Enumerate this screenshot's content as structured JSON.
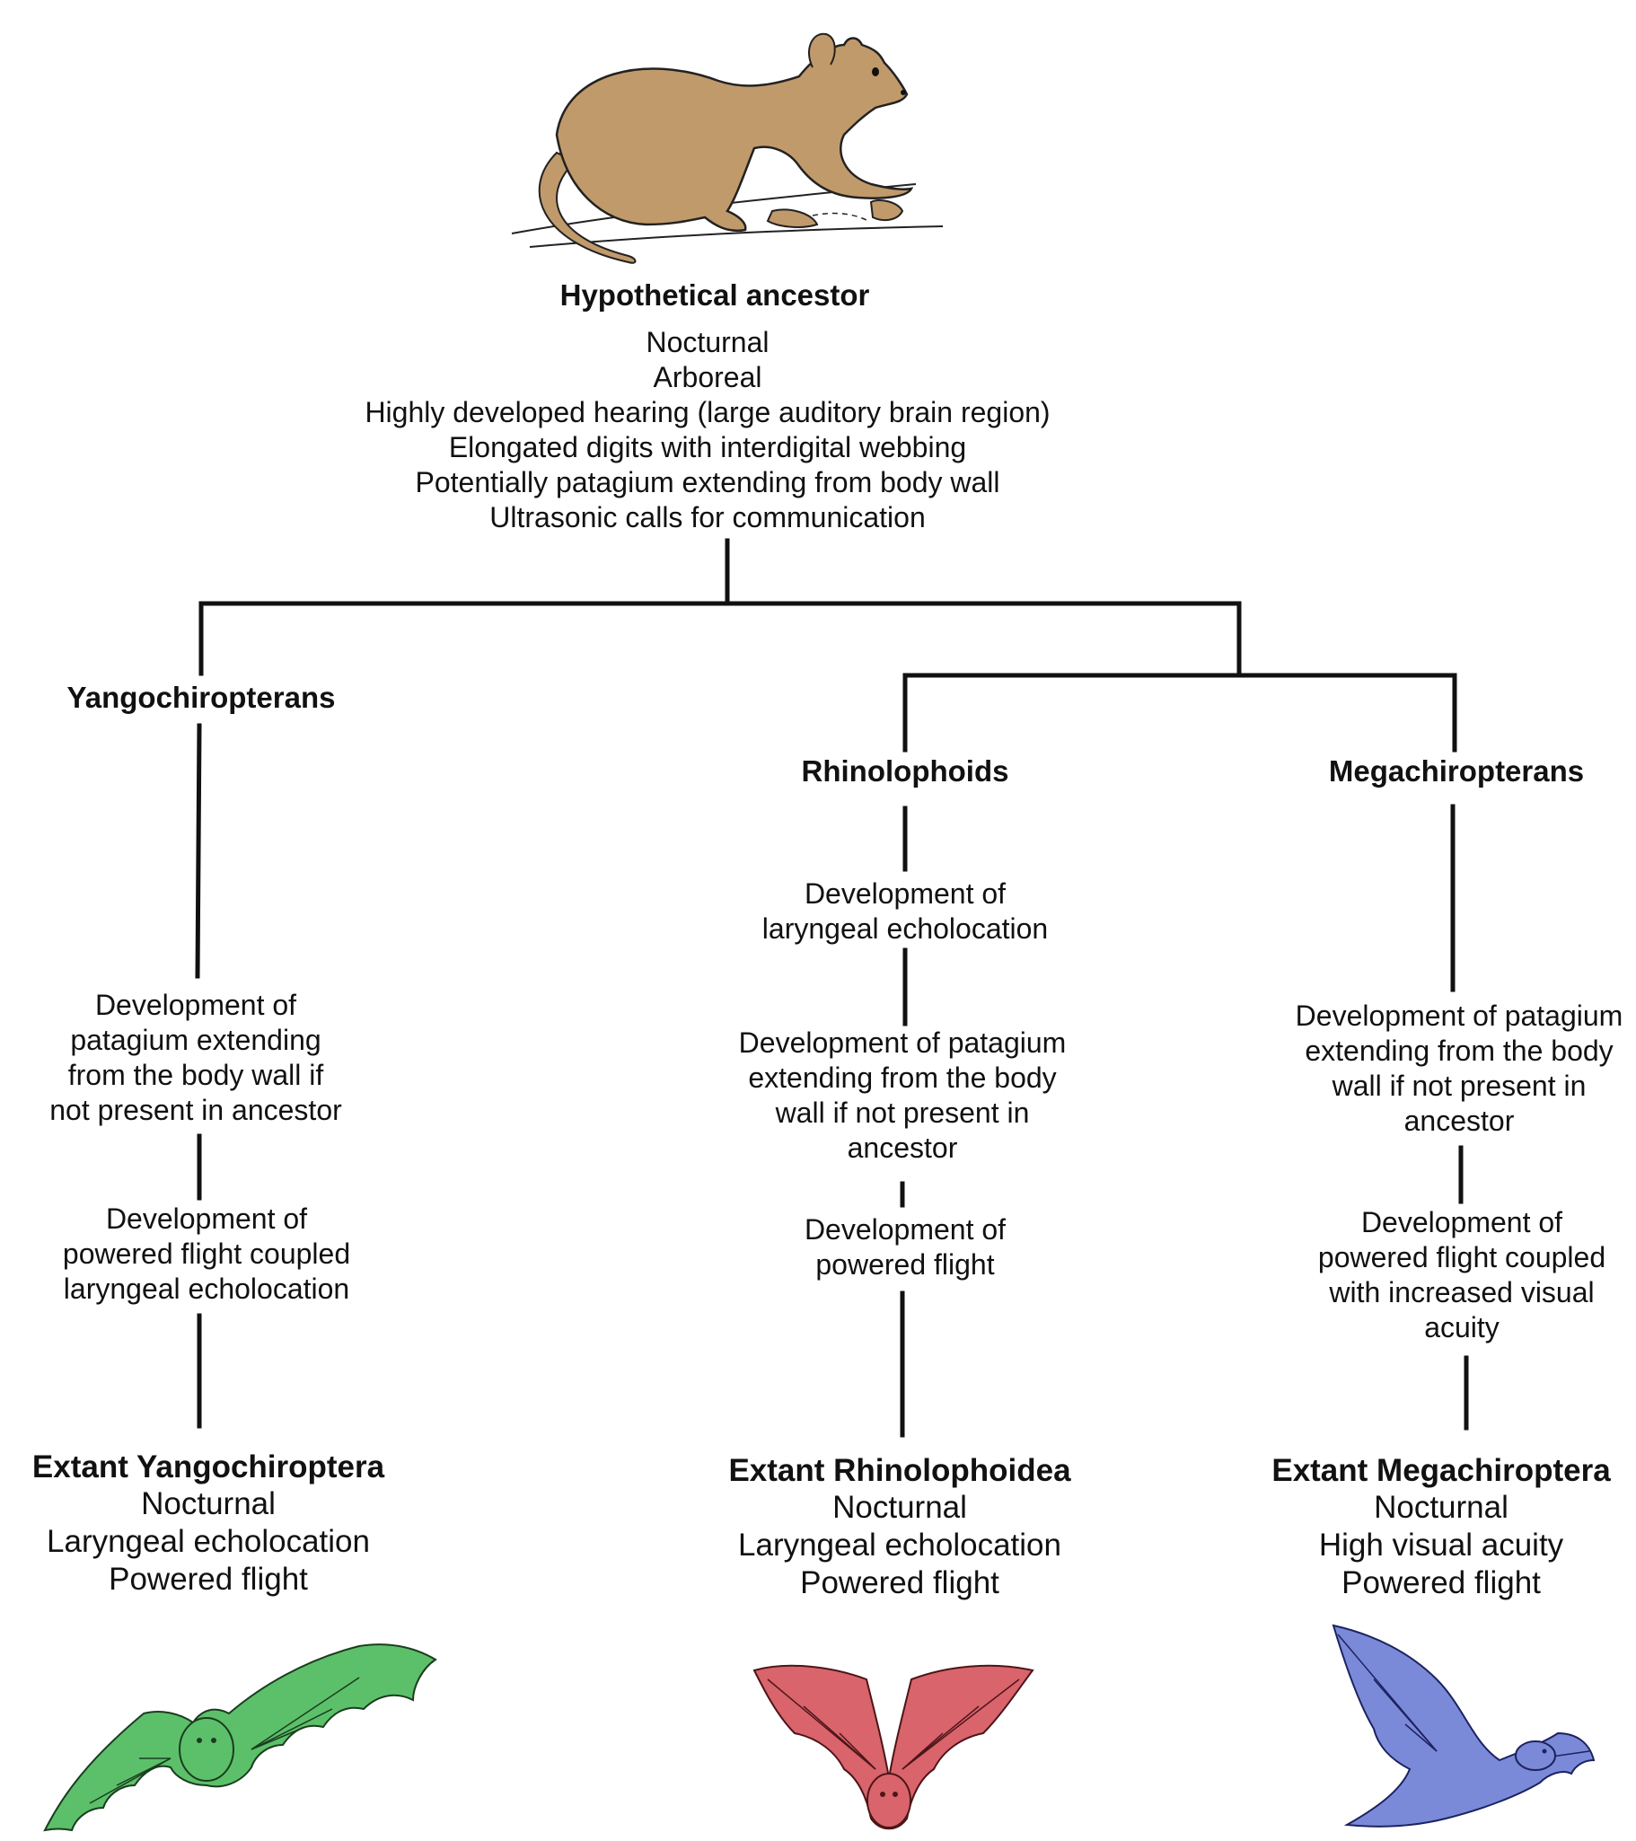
{
  "ancestor": {
    "title": "Hypothetical ancestor",
    "traits": [
      "Nocturnal",
      "Arboreal",
      "Highly developed hearing (large auditory brain region)",
      "Elongated digits with interdigital webbing",
      "Potentially patagium extending from body wall",
      "Ultrasonic calls for communication"
    ],
    "illustration": "ancestor-mammal-illustration"
  },
  "clades": {
    "yango": {
      "name": "Yangochiropterans",
      "step1": [
        "Development of",
        "patagium extending",
        "from the body wall if",
        "not present in ancestor"
      ],
      "step2": [
        "Development of",
        "powered flight coupled",
        "laryngeal echolocation"
      ],
      "extant_title": "Extant Yangochiroptera",
      "extant_traits": [
        "Nocturnal",
        "Laryngeal  echolocation",
        "Powered flight"
      ],
      "color": "#5cc06a",
      "illustration": "green-bat-illustration"
    },
    "rhino": {
      "name": "Rhinolophoids",
      "step0": [
        "Development of",
        "laryngeal echolocation"
      ],
      "step1": [
        "Development of patagium",
        "extending from the body",
        "wall if not present in",
        "ancestor"
      ],
      "step2": [
        "Development of",
        "powered flight"
      ],
      "extant_title": "Extant Rhinolophoidea",
      "extant_traits": [
        "Nocturnal",
        "Laryngeal  echolocation",
        "Powered flight"
      ],
      "color": "#d9646c",
      "illustration": "red-bat-illustration"
    },
    "mega": {
      "name": "Megachiropterans",
      "step1": [
        "Development of patagium",
        "extending from the body",
        "wall if not present in",
        "ancestor"
      ],
      "step2": [
        "Development of",
        "powered flight coupled",
        "with increased visual",
        "acuity"
      ],
      "extant_title": "Extant Megachiroptera",
      "extant_traits": [
        "Nocturnal",
        "High visual  acuity",
        "Powered flight"
      ],
      "color": "#7b8ad8",
      "illustration": "blue-bat-illustration"
    }
  },
  "colors": {
    "line": "#111111",
    "ancestor_fur": "#c19a6b"
  }
}
